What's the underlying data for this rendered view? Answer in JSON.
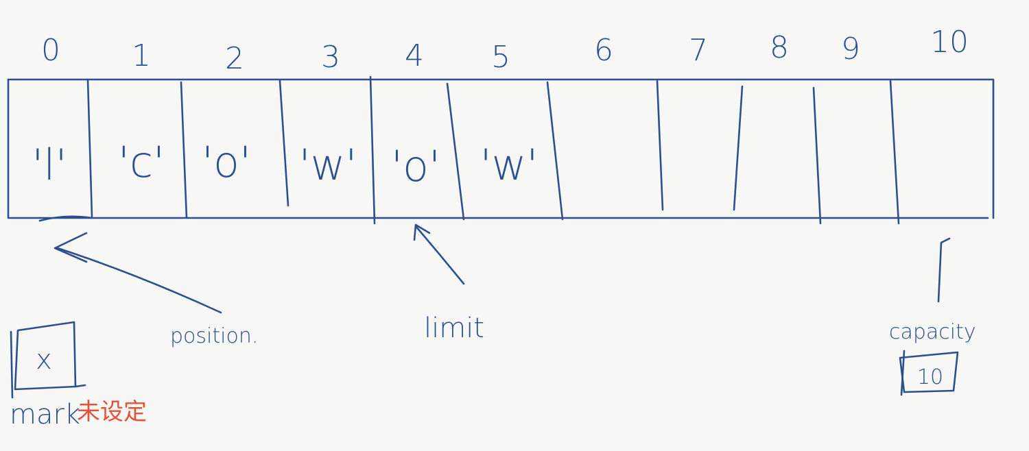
{
  "buffer": {
    "indices": [
      "0",
      "1",
      "2",
      "3",
      "4",
      "5",
      "6",
      "7",
      "8",
      "9",
      "10"
    ],
    "cells": [
      "'l'",
      "'c'",
      "'o'",
      "'w'",
      "'o'",
      "'w'",
      "",
      "",
      "",
      "",
      ""
    ]
  },
  "pointers": {
    "position": "position.",
    "limit": "limit",
    "capacity": "capacity"
  },
  "mark": {
    "box_value": "x",
    "label": "mark",
    "note": "未设定"
  },
  "capacity_value": "10",
  "colors": {
    "ink": "#2c4f8f",
    "note": "#e0533c",
    "background": "#f7f7f5"
  }
}
